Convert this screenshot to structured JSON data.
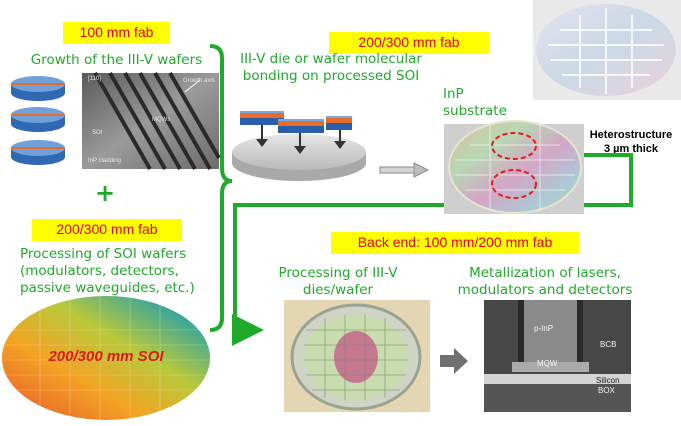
{
  "labels": {
    "fab100": "100 mm fab",
    "fab200_300_top": "200/300 mm fab",
    "fab200_300_left": "200/300 mm fab",
    "backend": "Back end: 100 mm/200 mm fab"
  },
  "steps": {
    "growth": "Growth of the III-V wafers",
    "bonding": "III-V die or wafer molecular bonding on processed SOI",
    "inp_removal": "InP substrate removal",
    "soi_processing": "Processing of SOI wafers (modulators, detectors, passive waveguides, etc.)",
    "iii_v_processing": "Processing of III-V dies/wafer",
    "metallization": "Metallization of lasers, modulators and detectors"
  },
  "annotations": {
    "plus": "+",
    "heterostructure": "Heterostructure 3 µm thick",
    "soi_wafer_label": "200/300 mm SOI"
  },
  "tem_labels": {
    "orientation": "[110]",
    "growth_axis": "Growth axis",
    "mqws": "MQWs",
    "soi": "SOI",
    "inp_cladding": "InP cladding"
  },
  "sem_labels": {
    "p_inp": "p-InP",
    "bcb": "BCB",
    "mqw": "MQW",
    "silicon": "Silicon",
    "box": "BOX"
  },
  "colors": {
    "green": "#1faa2a",
    "highlight_yellow": "#ffff00",
    "highlight_text_red": "#e8000b",
    "soi_label_red": "#d81c1c"
  }
}
